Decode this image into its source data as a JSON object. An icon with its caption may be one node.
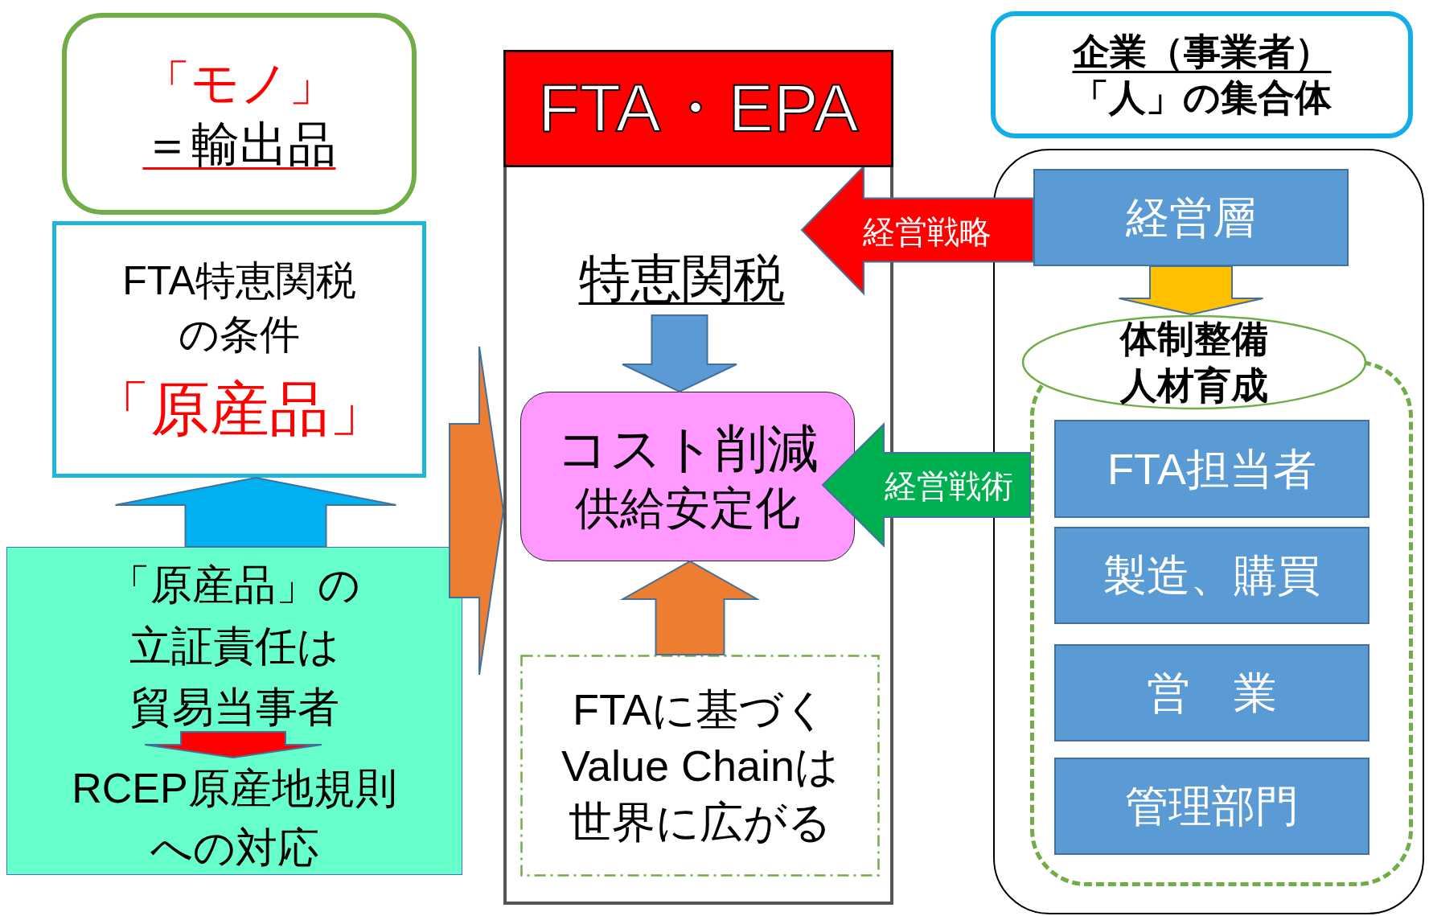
{
  "diagram": {
    "nodes": [
      {
        "text": [
          "「モノ」",
          "＝輸出品"
        ]
      },
      {
        "text": [
          "FTA特恵関税の条件",
          "「原産品」"
        ]
      },
      {
        "text": [
          "「原産品」の立証責任は貿易当事者",
          "RCEP原産地規則への対応"
        ]
      },
      {
        "text": [
          "FTA・EPA"
        ]
      },
      {
        "text": [
          "特恵関税"
        ],
        "in": 3
      },
      {
        "text": [
          "コスト削減",
          "供給安定化"
        ],
        "in": 3
      },
      {
        "text": [
          "FTAに基づくValue Chainは世界に広がる"
        ],
        "in": 3
      },
      {
        "text": [
          "企業（事業者）",
          "「人」の集合体"
        ]
      },
      {
        "text": [],
        "shape": "box"
      },
      {
        "text": [
          "経営層"
        ],
        "in": 8
      },
      {
        "text": [
          "体制整備人材育成"
        ],
        "in": 8
      },
      {
        "text": [],
        "shape": "box",
        "in": 8
      },
      {
        "text": [
          "FTA担当者"
        ],
        "in": 11
      },
      {
        "text": [
          "製造、購買"
        ],
        "in": 11
      },
      {
        "text": [
          "営　業"
        ],
        "in": 11
      },
      {
        "text": [
          "管理部門"
        ],
        "in": 11
      }
    ],
    "edges": [
      {
        "from": 2,
        "to": 1,
        "arrow": "to",
        "color": "#00b0f0"
      },
      {
        "from": null,
        "to": 3,
        "arrow": "to",
        "color": "#ed7d31"
      },
      {
        "from": 4,
        "to": 5,
        "arrow": "to",
        "color": "#5b9bd5"
      },
      {
        "from": 6,
        "to": 5,
        "arrow": "to",
        "color": "#ed7d31"
      },
      {
        "from": 9,
        "to": 10,
        "arrow": "to",
        "color": "#ffc000"
      },
      {
        "from": 9,
        "to": 4,
        "arrow": "to",
        "label": "経営戦略",
        "color": "#ff0000"
      },
      {
        "from": 11,
        "to": 5,
        "arrow": "to",
        "label": "経営戦術",
        "color": "#00b050"
      }
    ]
  }
}
